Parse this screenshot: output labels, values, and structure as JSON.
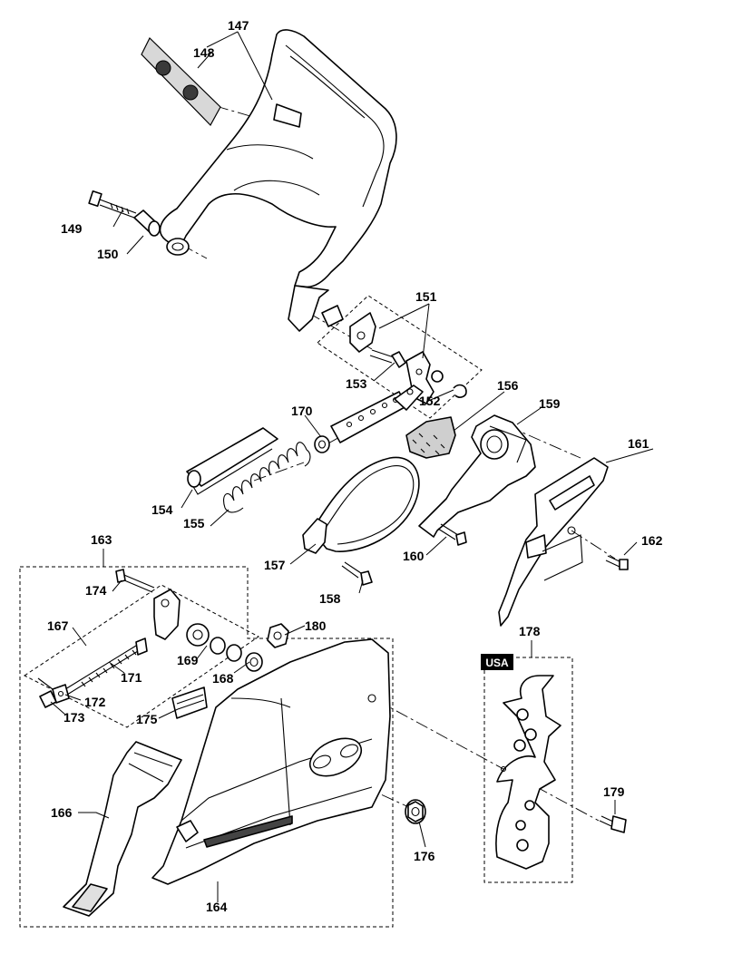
{
  "diagram": {
    "region_label": "USA",
    "callouts": {
      "c147": "147",
      "c148": "148",
      "c149": "149",
      "c150": "150",
      "c151": "151",
      "c152": "152",
      "c153": "153",
      "c154": "154",
      "c155": "155",
      "c156": "156",
      "c157": "157",
      "c158": "158",
      "c159": "159",
      "c160": "160",
      "c161": "161",
      "c162": "162",
      "c163": "163",
      "c164": "164",
      "c166": "166",
      "c167": "167",
      "c168": "168",
      "c169": "169",
      "c170": "170",
      "c171": "171",
      "c172": "172",
      "c173": "173",
      "c174": "174",
      "c175": "175",
      "c176": "176",
      "c178": "178",
      "c179": "179",
      "c180": "180"
    }
  }
}
